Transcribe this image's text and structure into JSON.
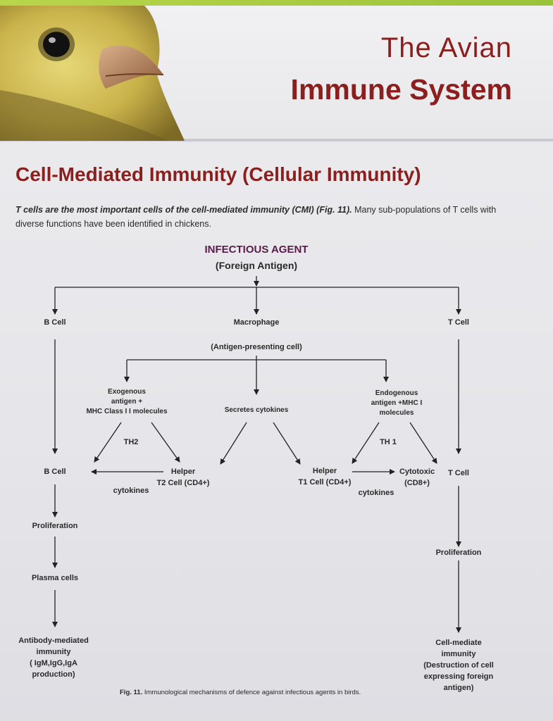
{
  "header": {
    "title_line1": "The Avian",
    "title_line2": "Immune System"
  },
  "section": {
    "title": "Cell-Mediated Immunity (Cellular Immunity)",
    "intro_lead": "T cells are the most important cells of the cell-mediated immunity (CMI) (Fig. 11).",
    "intro_rest": " Many sub-populations of T cells with diverse functions have been identified in chickens."
  },
  "diagram": {
    "agent_title": "INFECTIOUS AGENT",
    "agent_sub": "(Foreign Antigen)",
    "b_cell_top": "B Cell",
    "macrophage": "Macrophage",
    "t_cell_top": "T Cell",
    "apc": "(Antigen-presenting cell)",
    "exogenous": [
      "Exogenous",
      "antigen +",
      "MHC Class I I molecules"
    ],
    "secretes": "Secretes cytokines",
    "endogenous": [
      "Endogenous",
      "antigen +MHC I",
      "molecules"
    ],
    "th2": "TH2",
    "th1": "TH 1",
    "b_cell_mid": "B Cell",
    "helper_t2": [
      "Helper",
      "T2 Cell (CD4+)"
    ],
    "cytokines_left": "cytokines",
    "helper_t1": [
      "Helper",
      "T1 Cell (CD4+)"
    ],
    "cytotoxic": [
      "Cytotoxic",
      "(CD8+)"
    ],
    "t_cell_mid": "T Cell",
    "cytokines_right": "cytokines",
    "proliferation_left": "Proliferation",
    "plasma": "Plasma cells",
    "antibody": [
      "Antibody-mediated",
      "immunity",
      "( IgM,IgG,IgA",
      "production)"
    ],
    "proliferation_right": "Proliferation",
    "cell_mediate": [
      "Cell-mediate",
      "immunity",
      "(Destruction of cell",
      "expressing foreign",
      "antigen)"
    ]
  },
  "caption": {
    "label": "Fig. 11.",
    "text": " Immunological mechanisms of defence against infectious agents in birds."
  }
}
